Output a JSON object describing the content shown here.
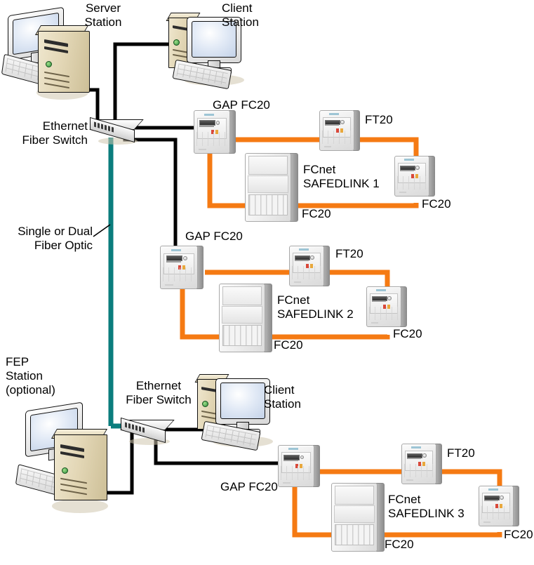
{
  "diagram": {
    "title": "Fire detection network topology with FCnet SAFEDLINK rings",
    "background": "#ffffff",
    "colors": {
      "ethernet_cable": "#000000",
      "fiber_optic_cable": "#0B7D7D",
      "safedlink_ring": "#F57A13",
      "device_beige": "#E3D7B6",
      "panel_gray": "#E8E8E8"
    }
  },
  "labels": {
    "server_station": "Server\nStation",
    "client_station_top": "Client\nStation",
    "ethernet_fiber_switch_top": "Ethernet\nFiber Switch",
    "fiber_optic": "Single or Dual\nFiber Optic",
    "fep_station": "FEP\nStation\n(optional)",
    "ethernet_fiber_switch_bottom": "Ethernet\nFiber Switch",
    "client_station_bottom": "Client\nStation",
    "gap_fc20_ring1": "GAP FC20",
    "gap_fc20_ring2": "GAP FC20",
    "gap_fc20_ring3": "GAP FC20",
    "ft20_ring1": "FT20",
    "ft20_ring2": "FT20",
    "ft20_ring3": "FT20",
    "fcnet_ring1": "FCnet\nSAFEDLINK 1",
    "fcnet_ring2": "FCnet\nSAFEDLINK 2",
    "fcnet_ring3": "FCnet\nSAFEDLINK 3",
    "fc20_cabinet_ring1": "FC20",
    "fc20_right_ring1": "FC20",
    "fc20_cabinet_ring2": "FC20",
    "fc20_right_ring2": "FC20",
    "fc20_cabinet_ring3": "FC20",
    "fc20_right_ring3": "FC20"
  },
  "nodes": {
    "stations": [
      {
        "name": "Server Station",
        "type": "tower-pc-with-monitor"
      },
      {
        "name": "Client Station",
        "type": "desktop-pc-with-monitor"
      },
      {
        "name": "FEP Station (optional)",
        "type": "tower-pc-with-monitor"
      },
      {
        "name": "Client Station",
        "type": "desktop-pc-with-monitor"
      }
    ],
    "switches": [
      {
        "name": "Ethernet Fiber Switch",
        "position": "top"
      },
      {
        "name": "Ethernet Fiber Switch",
        "position": "bottom"
      }
    ],
    "rings": [
      {
        "name": "FCnet SAFEDLINK 1",
        "devices": [
          {
            "label": "GAP FC20",
            "type": "wall-panel",
            "role": "gateway"
          },
          {
            "label": "FT20",
            "type": "wall-panel",
            "role": "terminal"
          },
          {
            "label": "FC20",
            "type": "wall-panel",
            "role": "control-panel"
          },
          {
            "label": "FC20",
            "type": "floor-cabinet",
            "role": "control-panel"
          }
        ]
      },
      {
        "name": "FCnet SAFEDLINK 2",
        "devices": [
          {
            "label": "GAP FC20",
            "type": "wall-panel",
            "role": "gateway"
          },
          {
            "label": "FT20",
            "type": "wall-panel",
            "role": "terminal"
          },
          {
            "label": "FC20",
            "type": "wall-panel",
            "role": "control-panel"
          },
          {
            "label": "FC20",
            "type": "floor-cabinet",
            "role": "control-panel"
          }
        ]
      },
      {
        "name": "FCnet SAFEDLINK 3",
        "devices": [
          {
            "label": "GAP FC20",
            "type": "wall-panel",
            "role": "gateway"
          },
          {
            "label": "FT20",
            "type": "wall-panel",
            "role": "terminal"
          },
          {
            "label": "FC20",
            "type": "wall-panel",
            "role": "control-panel"
          },
          {
            "label": "FC20",
            "type": "floor-cabinet",
            "role": "control-panel"
          }
        ]
      }
    ]
  }
}
